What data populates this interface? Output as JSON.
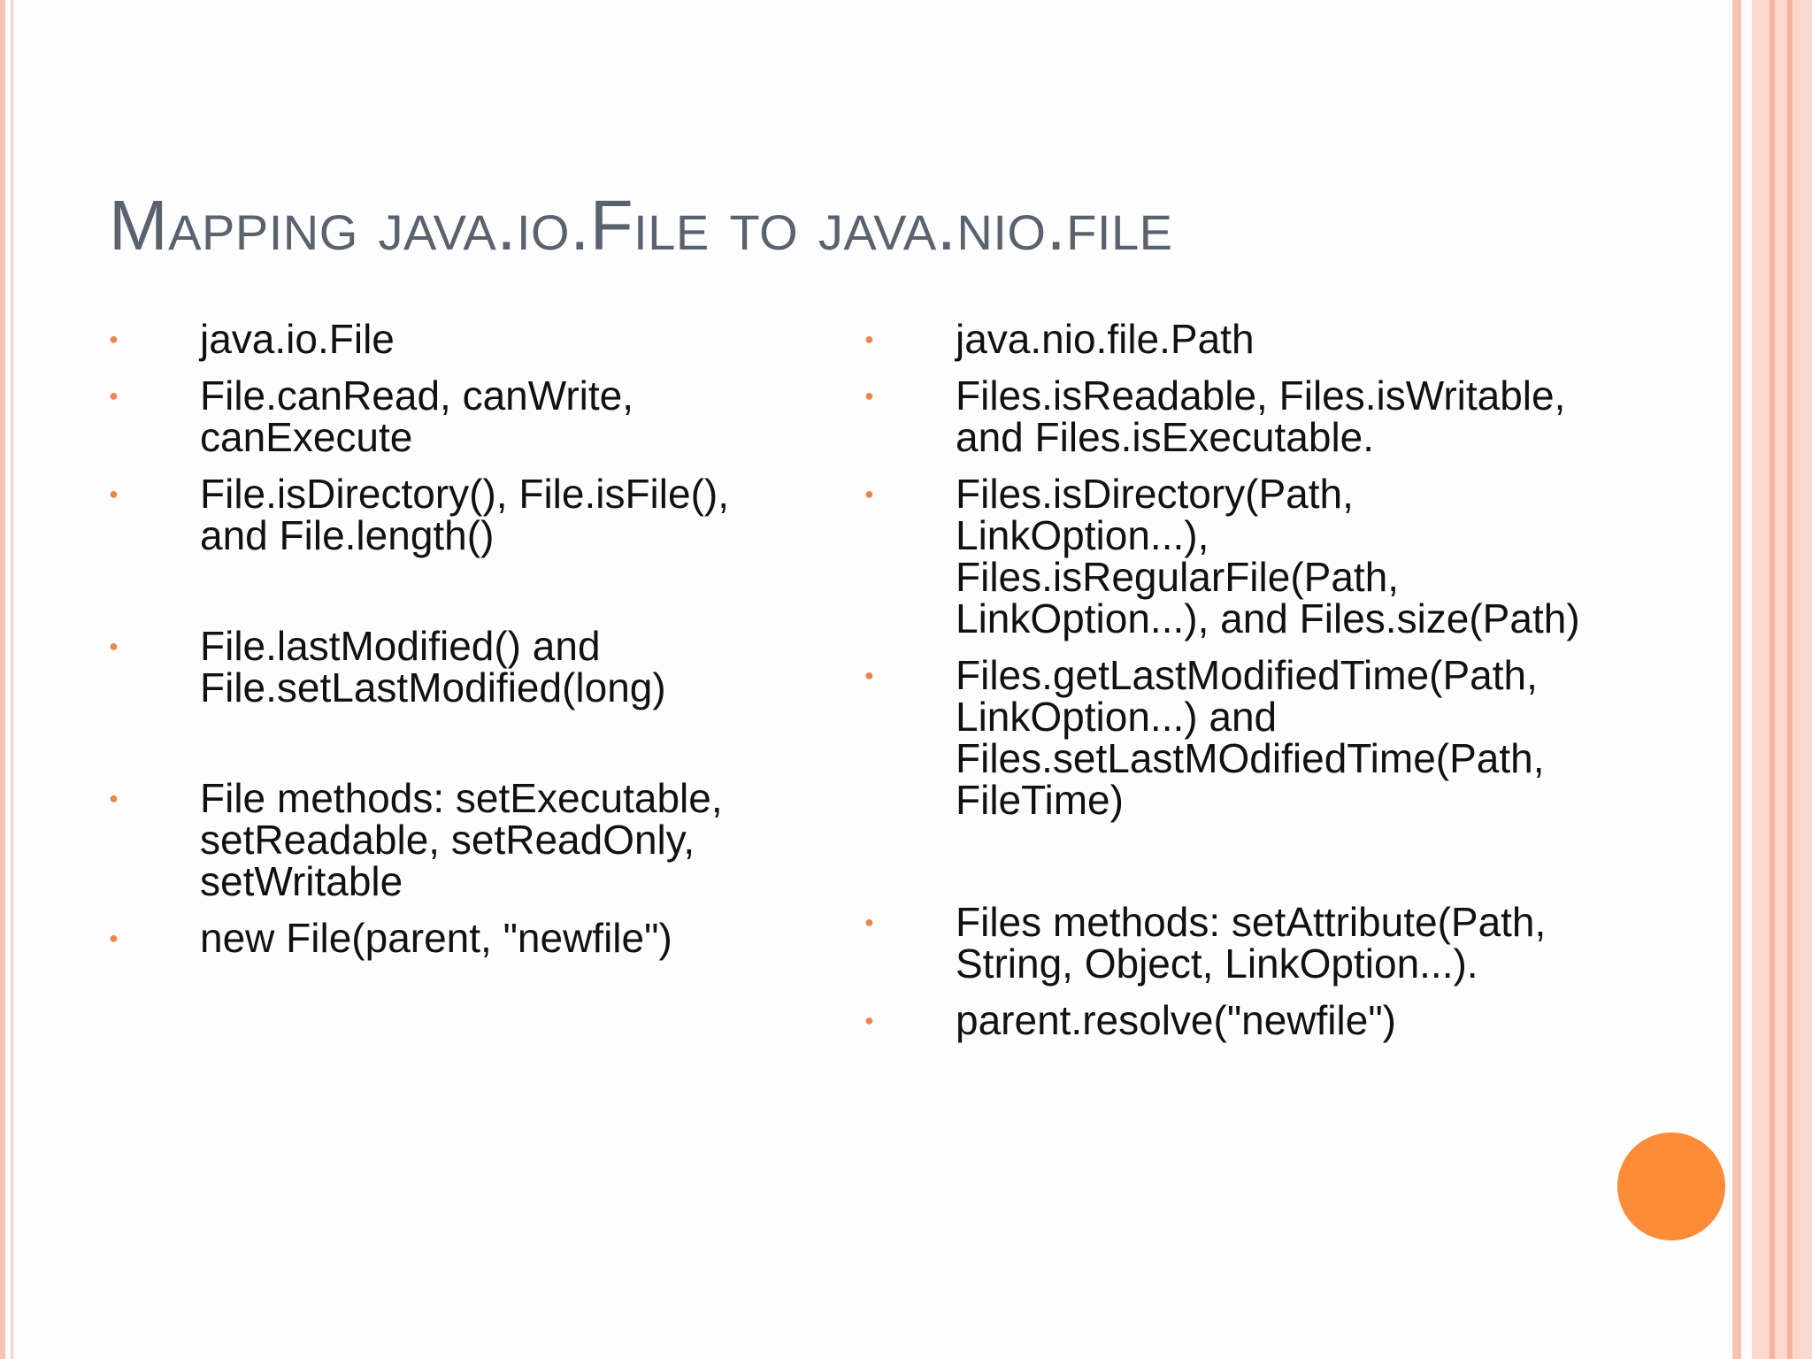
{
  "slide": {
    "title": "Mapping java.io.File to java.nio.file"
  },
  "left_column": {
    "items": [
      {
        "text": "java.io.File"
      },
      {
        "text": "File.canRead, canWrite, canExecute"
      },
      {
        "text": "File.isDirectory(), File.isFile(), and File.length()"
      },
      {
        "text": "File.lastModified() and File.setLastModified(long)"
      },
      {
        "text": "File methods: setExecutable, setReadable, setReadOnly, setWritable"
      },
      {
        "text": "new File(parent, \"newfile\")"
      }
    ]
  },
  "right_column": {
    "items": [
      {
        "text": "java.nio.file.Path"
      },
      {
        "text": "Files.isReadable, Files.isWritable, and Files.isExecutable."
      },
      {
        "text": "Files.isDirectory(Path, LinkOption...), Files.isRegularFile(Path, LinkOption...), and Files.size(Path)"
      },
      {
        "text": "Files.getLastModifiedTime(Path, LinkOption...) and Files.setLastMOdifiedTime(Path, FileTime)"
      },
      {
        "text": "Files methods: setAttribute(Path, String, Object, LinkOption...)."
      },
      {
        "text": "parent.resolve(\"newfile\")"
      }
    ]
  },
  "colors": {
    "title": "#59636f",
    "bullet": "#e7874e",
    "accent_circle": "#fd8b37",
    "border": "#f8c4b1"
  },
  "icons": {
    "bullet": "bullet-dot-icon",
    "decoration": "orange-circle"
  }
}
